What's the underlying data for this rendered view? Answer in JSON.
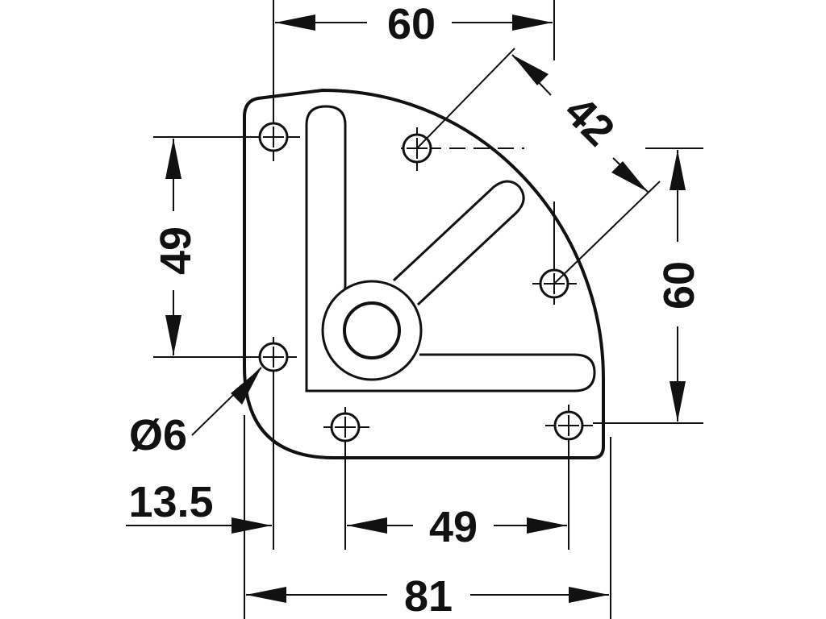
{
  "dimensions": {
    "top_width": "60",
    "diagonal_spacing": "42",
    "left_height": "49",
    "right_height": "60",
    "hole_diameter": "Ø6",
    "edge_offset": "13.5",
    "bottom_spacing": "49",
    "overall_width": "81"
  }
}
